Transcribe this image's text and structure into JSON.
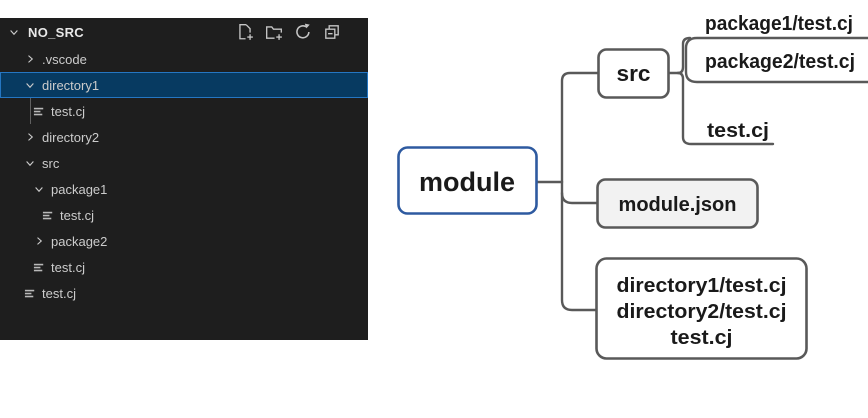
{
  "explorer": {
    "title": "NO_SRC",
    "actions": [
      {
        "icon": "new-file-icon"
      },
      {
        "icon": "new-folder-icon"
      },
      {
        "icon": "refresh-icon"
      },
      {
        "icon": "collapse-all-icon"
      }
    ],
    "items": [
      {
        "label": ".vscode",
        "type": "folder",
        "state": "collapsed",
        "level": 1,
        "selected": false,
        "guide": false
      },
      {
        "label": "directory1",
        "type": "folder",
        "state": "expanded",
        "level": 1,
        "selected": true,
        "guide": false
      },
      {
        "label": "test.cj",
        "type": "file",
        "state": "none",
        "level": 2,
        "selected": false,
        "guide": true
      },
      {
        "label": "directory2",
        "type": "folder",
        "state": "collapsed",
        "level": 1,
        "selected": false,
        "guide": false
      },
      {
        "label": "src",
        "type": "folder",
        "state": "expanded",
        "level": 1,
        "selected": false,
        "guide": false
      },
      {
        "label": "package1",
        "type": "folder",
        "state": "expanded",
        "level": 2,
        "selected": false,
        "guide": false
      },
      {
        "label": "test.cj",
        "type": "file",
        "state": "none",
        "level": 3,
        "selected": false,
        "guide": false
      },
      {
        "label": "package2",
        "type": "folder",
        "state": "collapsed",
        "level": 2,
        "selected": false,
        "guide": false
      },
      {
        "label": "test.cj",
        "type": "file",
        "state": "none",
        "level": 2,
        "selected": false,
        "guide": false
      },
      {
        "label": "test.cj",
        "type": "file",
        "state": "none",
        "level": 1,
        "selected": false,
        "guide": false
      }
    ],
    "colors": {
      "panel_bg": "#1e1e1e",
      "text": "#cccccc",
      "selected_bg": "#073a61",
      "selected_border": "#2576c2",
      "icon": "#c5c5c5"
    }
  },
  "diagram": {
    "root_label": "module",
    "src_label": "src",
    "module_json_label": "module.json",
    "src_children": [
      "package1/test.cj",
      "package2/test.cj",
      "test.cj"
    ],
    "directory_node_lines": [
      "directory1/test.cj",
      "directory2/test.cj",
      "test.cj"
    ],
    "colors": {
      "root_border": "#2e5aa0",
      "node_border": "#595959",
      "connector": "#595959",
      "module_json_fill": "#f2f2f2",
      "text": "#1a1a1a"
    }
  }
}
